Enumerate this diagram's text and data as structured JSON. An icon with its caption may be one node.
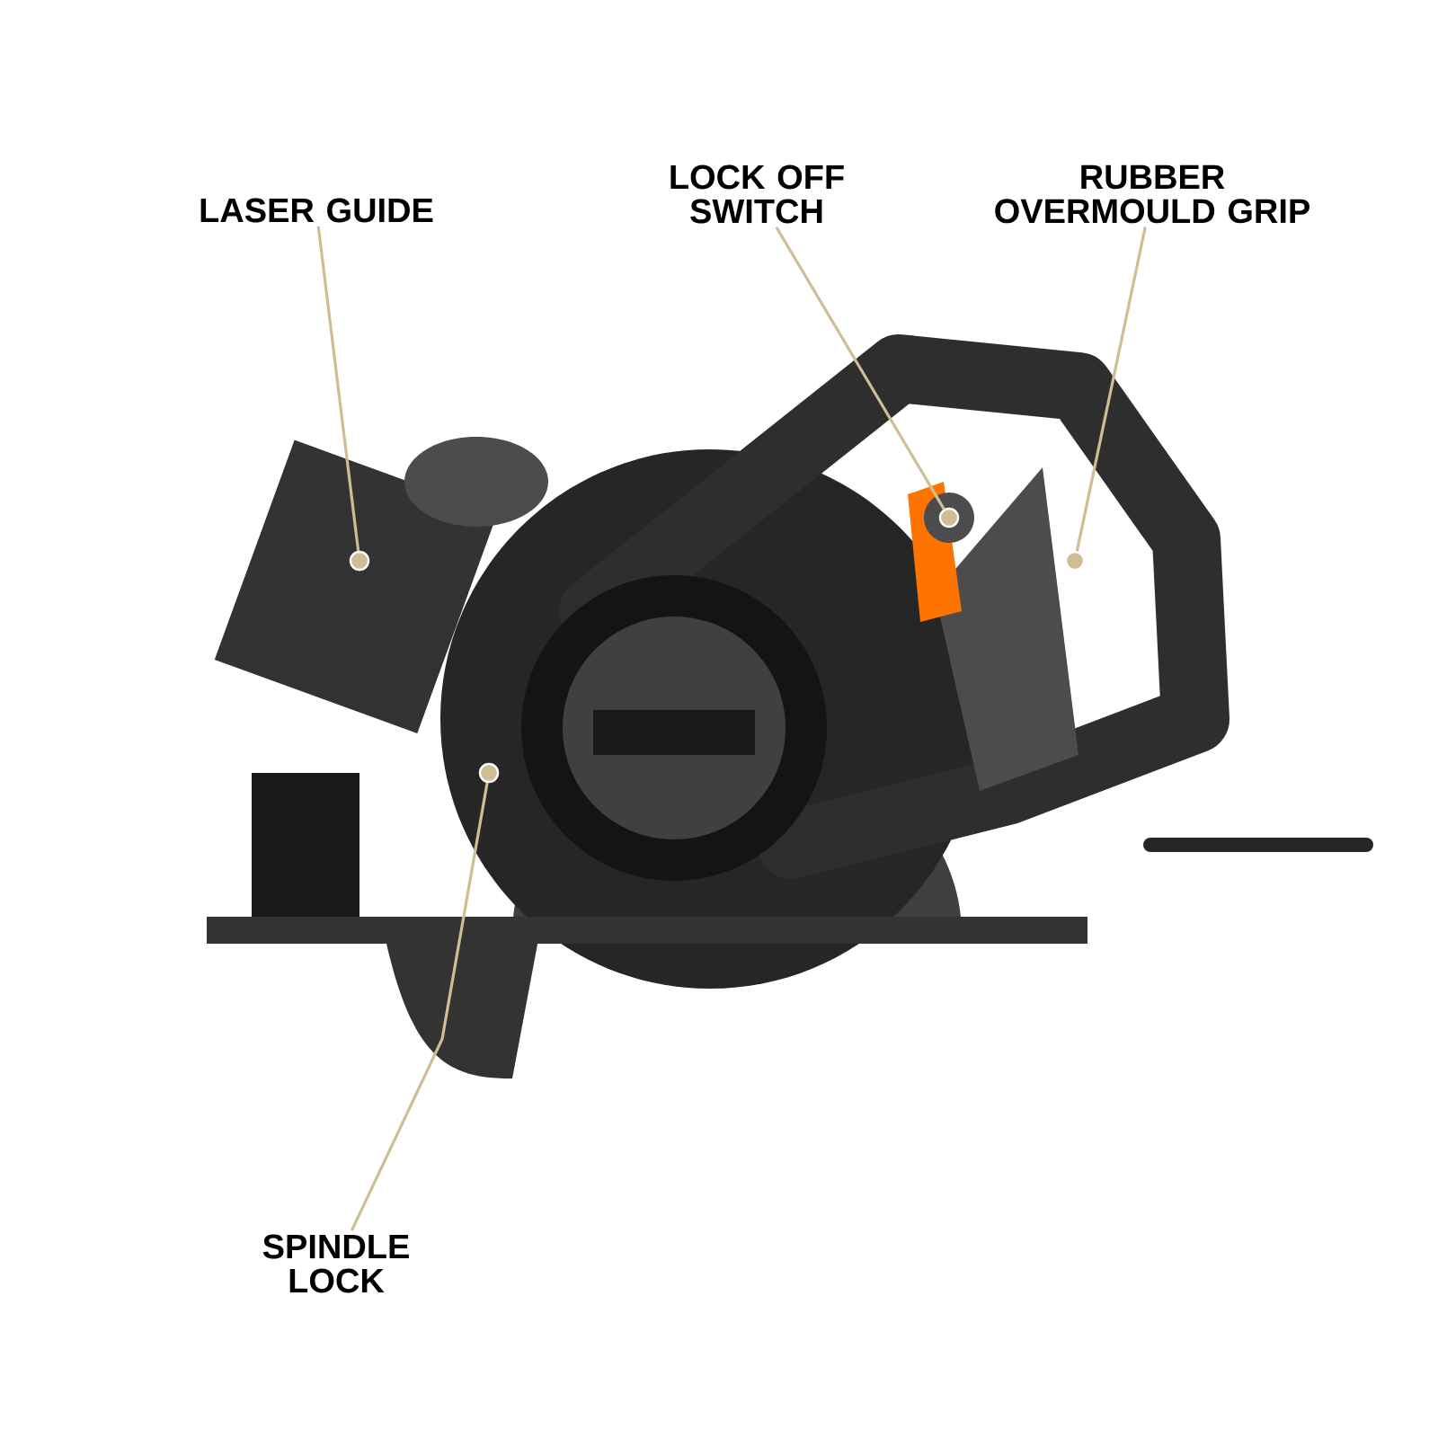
{
  "diagram": {
    "nodes": [
      {
        "text": [
          "LASER GUIDE"
        ]
      },
      {
        "text": [
          "LOCK OFF SWITCH"
        ]
      },
      {
        "text": [
          "RUBBER OVERMOULD GRIP"
        ]
      },
      {
        "text": [
          "SPINDLE LOCK"
        ]
      },
      {
        "text": [],
        "shape": "circle"
      },
      {
        "text": [],
        "shape": "circle"
      },
      {
        "text": [],
        "shape": "circle"
      },
      {
        "text": [],
        "shape": "circle"
      }
    ],
    "edges": [
      {
        "from": 0,
        "to": 4,
        "arrow": "none"
      },
      {
        "from": 1,
        "to": 5,
        "arrow": "none"
      },
      {
        "from": 2,
        "to": 6,
        "arrow": "none"
      },
      {
        "from": 3,
        "to": 7,
        "arrow": "none"
      }
    ]
  }
}
